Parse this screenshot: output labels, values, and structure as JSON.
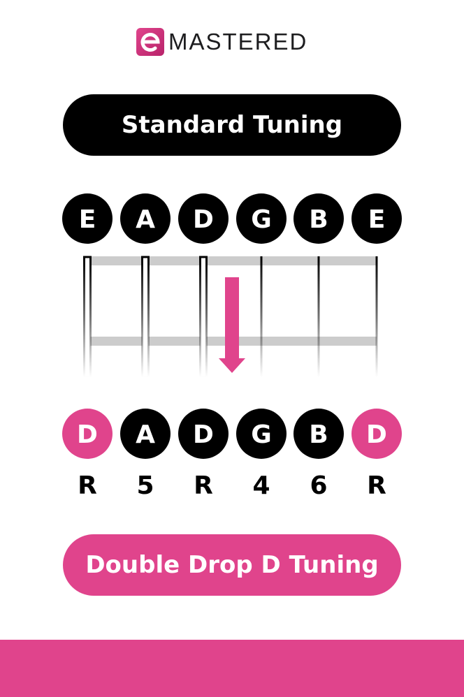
{
  "logo": {
    "text": "MASTERED",
    "mark_letter": "e"
  },
  "standard": {
    "title": "Standard Tuning",
    "notes": [
      "E",
      "A",
      "D",
      "G",
      "B",
      "E"
    ]
  },
  "drop": {
    "title": "Double Drop D Tuning",
    "notes": [
      "D",
      "A",
      "D",
      "G",
      "B",
      "D"
    ],
    "changed": [
      true,
      false,
      false,
      false,
      false,
      true
    ],
    "intervals": [
      "R",
      "5",
      "R",
      "4",
      "6",
      "R"
    ]
  },
  "colors": {
    "accent": "#e0448c",
    "dark": "#000000",
    "fret": "#cccccc"
  }
}
